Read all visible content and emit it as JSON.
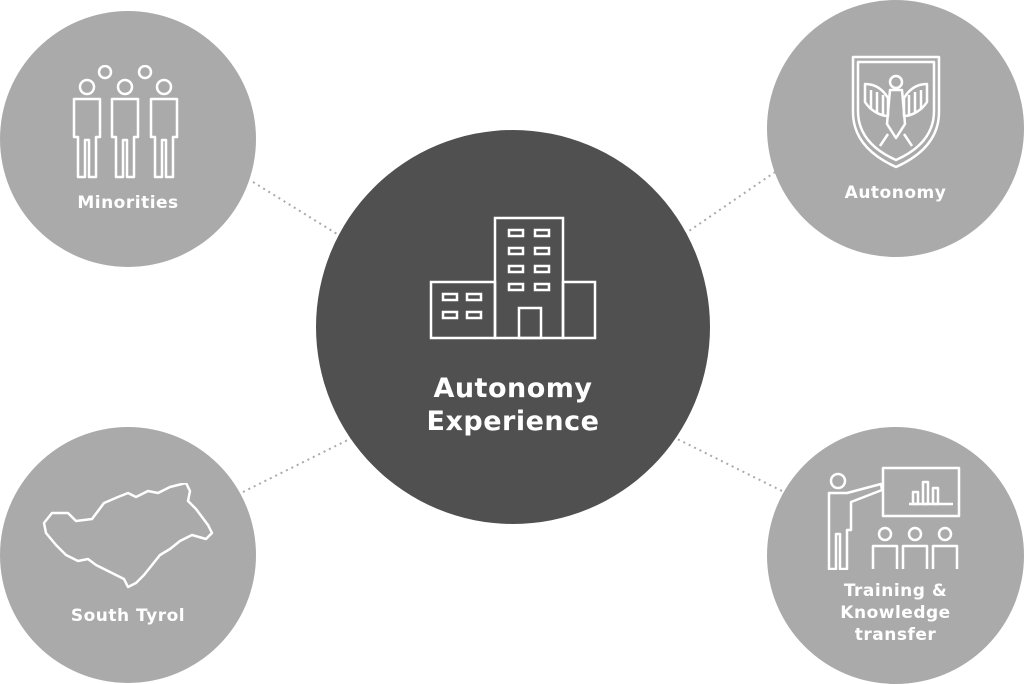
{
  "diagram": {
    "center": {
      "label": "Autonomy\nExperience",
      "icon": "office-building-icon"
    },
    "nodes": [
      {
        "id": "minorities",
        "label": "Minorities",
        "icon": "people-group-icon"
      },
      {
        "id": "autonomy",
        "label": "Autonomy",
        "icon": "eagle-shield-icon"
      },
      {
        "id": "south-tyrol",
        "label": "South Tyrol",
        "icon": "region-map-icon"
      },
      {
        "id": "training",
        "label": "Training &\nKnowledge\ntransfer",
        "icon": "presenter-audience-icon"
      }
    ],
    "colors": {
      "center_fill": "#505050",
      "node_fill": "#aaaaaa",
      "connector": "#aaaaaa",
      "text": "#ffffff"
    }
  }
}
